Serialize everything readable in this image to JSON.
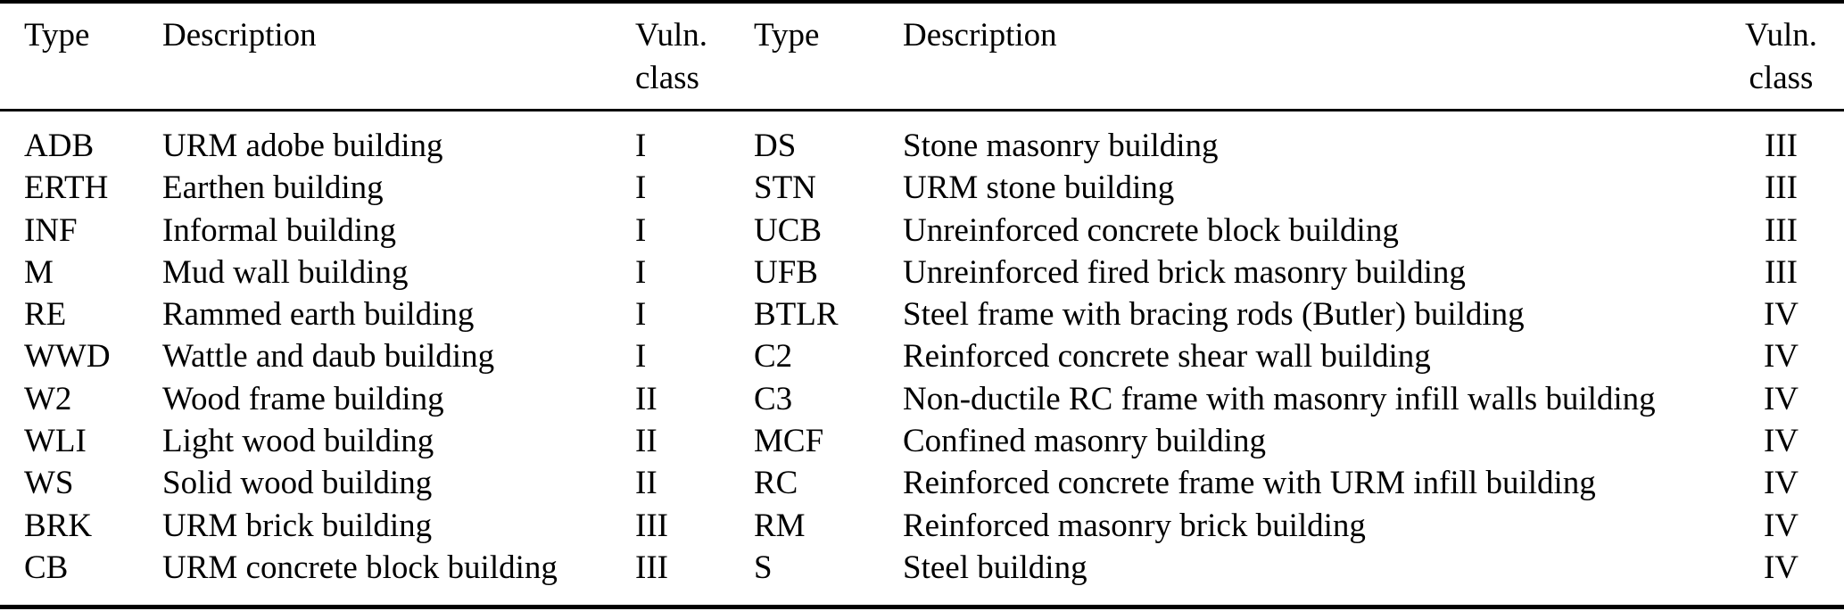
{
  "header": {
    "left": {
      "type": "Type",
      "description": "Description",
      "vuln_line1": "Vuln.",
      "vuln_line2": "class"
    },
    "right": {
      "type": "Type",
      "description": "Description",
      "vuln_line1": "Vuln.",
      "vuln_line2": "class"
    }
  },
  "left_rows": [
    {
      "type": "ADB",
      "description": "URM adobe building",
      "vuln_class": "I"
    },
    {
      "type": "ERTH",
      "description": "Earthen building",
      "vuln_class": "I"
    },
    {
      "type": "INF",
      "description": "Informal building",
      "vuln_class": "I"
    },
    {
      "type": "M",
      "description": "Mud wall building",
      "vuln_class": "I"
    },
    {
      "type": "RE",
      "description": "Rammed earth building",
      "vuln_class": "I"
    },
    {
      "type": "WWD",
      "description": "Wattle and daub building",
      "vuln_class": "I"
    },
    {
      "type": "W2",
      "description": "Wood frame building",
      "vuln_class": "II"
    },
    {
      "type": "WLI",
      "description": "Light wood building",
      "vuln_class": "II"
    },
    {
      "type": "WS",
      "description": "Solid wood building",
      "vuln_class": "II"
    },
    {
      "type": "BRK",
      "description": "URM brick building",
      "vuln_class": "III"
    },
    {
      "type": "CB",
      "description": "URM concrete block building",
      "vuln_class": "III"
    }
  ],
  "right_rows": [
    {
      "type": "DS",
      "description": "Stone masonry building",
      "vuln_class": "III"
    },
    {
      "type": "STN",
      "description": "URM stone building",
      "vuln_class": "III"
    },
    {
      "type": "UCB",
      "description": "Unreinforced concrete block building",
      "vuln_class": "III"
    },
    {
      "type": "UFB",
      "description": "Unreinforced fired brick masonry building",
      "vuln_class": "III"
    },
    {
      "type": "BTLR",
      "description": "Steel frame with bracing rods (Butler) building",
      "vuln_class": "IV"
    },
    {
      "type": "C2",
      "description": "Reinforced concrete shear wall building",
      "vuln_class": "IV"
    },
    {
      "type": "C3",
      "description": "Non-ductile RC frame with masonry infill walls building",
      "vuln_class": "IV"
    },
    {
      "type": "MCF",
      "description": "Confined masonry building",
      "vuln_class": "IV"
    },
    {
      "type": "RC",
      "description": "Reinforced concrete frame with URM infill building",
      "vuln_class": "IV"
    },
    {
      "type": "RM",
      "description": "Reinforced masonry brick building",
      "vuln_class": "IV"
    },
    {
      "type": "S",
      "description": "Steel building",
      "vuln_class": "IV"
    }
  ],
  "colors": {
    "text": "#000000",
    "background": "#ffffff",
    "rule": "#000000"
  }
}
